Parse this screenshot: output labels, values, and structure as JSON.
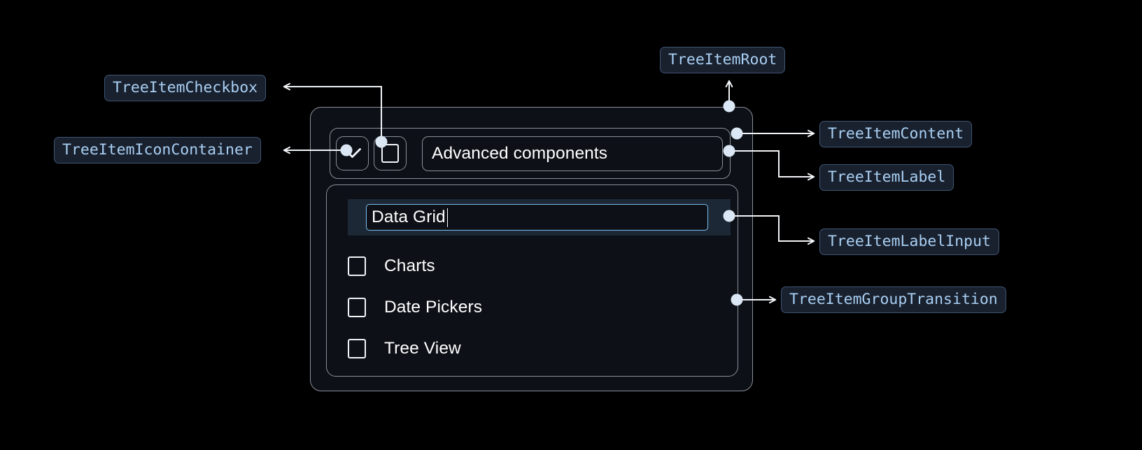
{
  "theme": {
    "background": "#000000",
    "panel_bg": "#0d1117",
    "panel_border": "#8a9099",
    "badge_bg": "#19212f",
    "badge_border": "#3f5573",
    "badge_text": "#a9cff2",
    "wire": "#f2f5f8",
    "selected_row_bg": "#1d2836",
    "input_border": "#79bdf0",
    "text": "#ffffff"
  },
  "callouts": [
    {
      "id": "checkbox",
      "label": "TreeItemCheckbox"
    },
    {
      "id": "icon_container",
      "label": "TreeItemIconContainer"
    },
    {
      "id": "root",
      "label": "TreeItemRoot"
    },
    {
      "id": "content",
      "label": "TreeItemContent"
    },
    {
      "id": "label",
      "label": "TreeItemLabel"
    },
    {
      "id": "label_input",
      "label": "TreeItemLabelInput"
    },
    {
      "id": "group_transition",
      "label": "TreeItemGroupTransition"
    }
  ],
  "tree": {
    "root_item": {
      "label": "Advanced components",
      "expanded": true,
      "checked": false,
      "expand_icon": "chevron-down-icon"
    },
    "children": [
      {
        "label": "Data Grid",
        "checked": false,
        "editing": true,
        "selected": true
      },
      {
        "label": "Charts",
        "checked": false,
        "editing": false,
        "selected": false
      },
      {
        "label": "Date Pickers",
        "checked": false,
        "editing": false,
        "selected": false
      },
      {
        "label": "Tree View",
        "checked": false,
        "editing": false,
        "selected": false
      }
    ],
    "editing_value": "Data Grid"
  }
}
